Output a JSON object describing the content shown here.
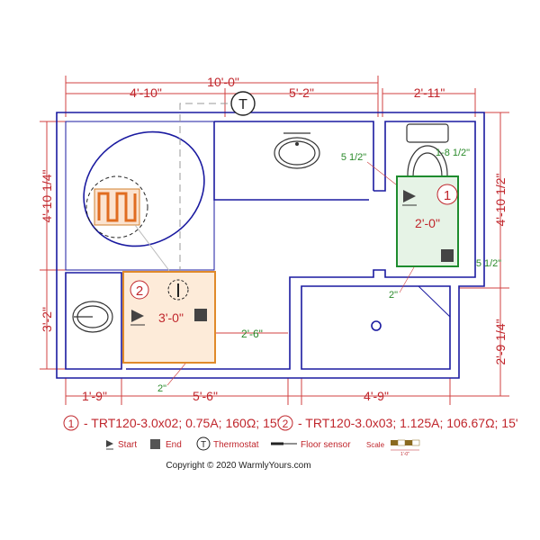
{
  "dimensions": {
    "top_total": "10'-0\"",
    "top_left": "4'-10\"",
    "top_mid": "5'-2\"",
    "top_right": "2'-11\"",
    "left_upper": "4'-10 1/4\"",
    "left_lower": "3'-2\"",
    "right_upper": "4'-10 1/2\"",
    "right_lower": "2'-9 1/4\"",
    "bottom_1": "1'-9\"",
    "bottom_2": "5'-6\"",
    "bottom_3": "4'-9\"",
    "inner_2_6": "2'-6\""
  },
  "clearances": {
    "toilet_side": "5 1/2\"",
    "toilet_front": "1-8 1/2\"",
    "mat1_right": "5 1/2\"",
    "mat1_bottom": "2\"",
    "mat2_bottom": "2\""
  },
  "mats": [
    {
      "number": "1",
      "length": "2'-0\"",
      "color": "#1e8c2e",
      "fill": "#e6f3e6"
    },
    {
      "number": "2",
      "length": "3'-0\"",
      "color": "#e08a2a",
      "fill": "#fdebd9"
    }
  ],
  "thermostat_symbol": "T",
  "legend": {
    "cable_1": {
      "number": "1",
      "text": "- TRT120-3.0x02; 0.75A; 160Ω; 15'"
    },
    "cable_2": {
      "number": "2",
      "text": "- TRT120-3.0x03; 1.125A; 106.67Ω; 15'"
    },
    "start": "Start",
    "end": "End",
    "thermostat": "Thermostat",
    "thermostat_symbol": "T",
    "floor_sensor": "Floor sensor",
    "scale": "Scale",
    "scale_unit": "1'-0\""
  },
  "copyright": "Copyright © 2020 WarmlyYours.com",
  "colors": {
    "wall": "#1a1aa0",
    "dimension": "#c0262c",
    "clearance": "#2a8a2a"
  }
}
